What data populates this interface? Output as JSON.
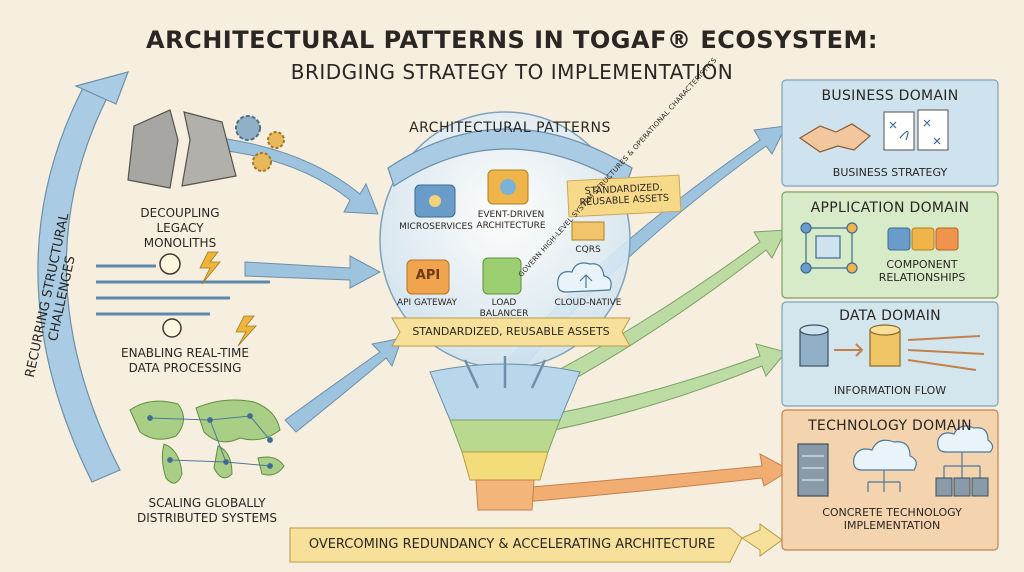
{
  "title_line1": "ARCHITECTURAL PATTERNS IN TOGAF® ECOSYSTEM:",
  "title_line2": "BRIDGING STRATEGY TO IMPLEMENTATION",
  "left_banner": "RECURRING STRUCTURAL CHALLENGES",
  "challenges": [
    {
      "label": "DECOUPLING LEGACY MONOLITHS"
    },
    {
      "label": "ENABLING REAL-TIME DATA PROCESSING"
    },
    {
      "label": "SCALING GLOBALLY DISTRIBUTED SYSTEMS"
    }
  ],
  "patterns_banner": "ARCHITECTURAL PATTERNS",
  "patterns": [
    {
      "label": "MICROSERVICES"
    },
    {
      "label": "EVENT-DRIVEN ARCHITECTURE"
    },
    {
      "label": "CQRS"
    },
    {
      "label": "API GATEWAY"
    },
    {
      "label": "LOAD BALANCER"
    },
    {
      "label": "CLOUD-NATIVE"
    }
  ],
  "sticky_note": "STANDARDIZED, REUSABLE ASSETS",
  "assets_banner": "STANDARDIZED, REUSABLE ASSETS",
  "api_badge": "API",
  "govern_text": "GOVERN HIGH-LEVEL SYSTEM STRUCTURES & OPERATIONAL CHARACTERISTICS",
  "bottom_banner": "OVERCOMING REDUNDANCY & ACCELERATING ARCHITECTURE",
  "domains": [
    {
      "title": "BUSINESS DOMAIN",
      "subtitle": "BUSINESS STRATEGY",
      "color": "#cfe3ef"
    },
    {
      "title": "APPLICATION DOMAIN",
      "subtitle": "COMPONENT RELATIONSHIPS",
      "color": "#d8ebc8"
    },
    {
      "title": "DATA DOMAIN",
      "subtitle": "INFORMATION FLOW",
      "color": "#d3e6ee"
    },
    {
      "title": "TECHNOLOGY DOMAIN",
      "subtitle": "CONCRETE TECHNOLOGY IMPLEMENTATION",
      "color": "#f4d4ae"
    }
  ],
  "colors": {
    "background": "#f6efdf",
    "arrow_blue": "#8fb9d8",
    "arrow_green": "#b5d89b",
    "arrow_orange": "#f0a76a",
    "banner_yellow": "#f7e19a",
    "funnel_top": "#b9d7ea",
    "funnel_mid": "#b8d98f",
    "funnel_low": "#f3dc7a",
    "funnel_base": "#f4b57a"
  }
}
